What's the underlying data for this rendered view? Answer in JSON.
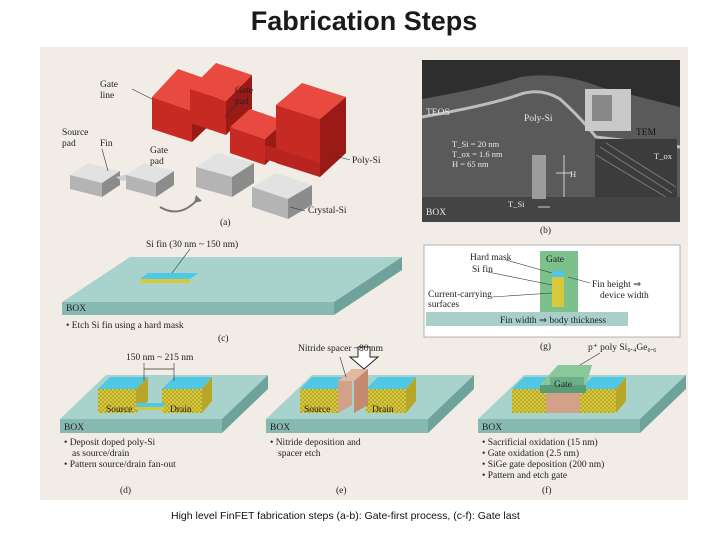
{
  "slide": {
    "title": "Fabrication Steps",
    "caption": "High level FinFET fabrication steps (a-b): Gate-first process, (c-f): Gate last"
  },
  "panels": {
    "a": {
      "letter": "(a)",
      "labels": [
        "Gate",
        "line",
        "Gate",
        "pad",
        "Source",
        "pad",
        "Fin",
        "Gate",
        "pad",
        "Poly-Si",
        "Crystal-Si"
      ]
    },
    "b": {
      "letter": "(b)",
      "teos": "TEOS",
      "polysi": "Poly-Si",
      "tem": "TEM",
      "box": "BOX",
      "params": [
        "T_Si = 20 nm",
        "T_ox = 1.6 nm",
        "H = 65 nm"
      ],
      "h": "H",
      "tsi": "T_Si",
      "tox": "T_ox"
    },
    "c": {
      "letter": "(c)",
      "fin_label": "Si fin (30 nm ~ 150 nm)",
      "box": "BOX",
      "bullet": "• Etch Si fin using a hard mask"
    },
    "g": {
      "letter": "(g)",
      "hard_mask": "Hard mask",
      "si_fin": "Si fin",
      "gate": "Gate",
      "carry1": "Current-carrying",
      "carry2": "surfaces",
      "height1": "Fin height ⇒",
      "height2": "device width",
      "width": "Fin width ⇒ body thickness"
    },
    "d": {
      "letter": "(d)",
      "dim": "150 nm ~ 215 nm",
      "source": "Source",
      "drain": "Drain",
      "box": "BOX",
      "bullets": [
        "• Deposit doped poly-Si",
        "as source/drain",
        "• Pattern source/drain fan-out"
      ]
    },
    "e": {
      "letter": "(e)",
      "spacer": "Nitride spacer ~80 nm",
      "source": "Source",
      "drain": "Drain",
      "box": "BOX",
      "bullets": [
        "• Nitride deposition and",
        "spacer etch"
      ]
    },
    "f": {
      "letter": "(f)",
      "gate_mat": "p⁺ poly Si₀.₄Ge₀.₆",
      "gate": "Gate",
      "box": "BOX",
      "bullets": [
        "• Sacrificial oxidation (15 nm)",
        "• Gate oxidation (2.5 nm)",
        "• SiGe gate deposition (200 nm)",
        "• Pattern and etch gate"
      ]
    }
  },
  "colors": {
    "gate_red": "#d42a22",
    "fin_cyan": "#4ec8e6",
    "box_teal": "#a8cfc9",
    "poly_yellow": "#d8c83c",
    "gate_green": "#6bb08a",
    "nitride": "#d3a088"
  }
}
